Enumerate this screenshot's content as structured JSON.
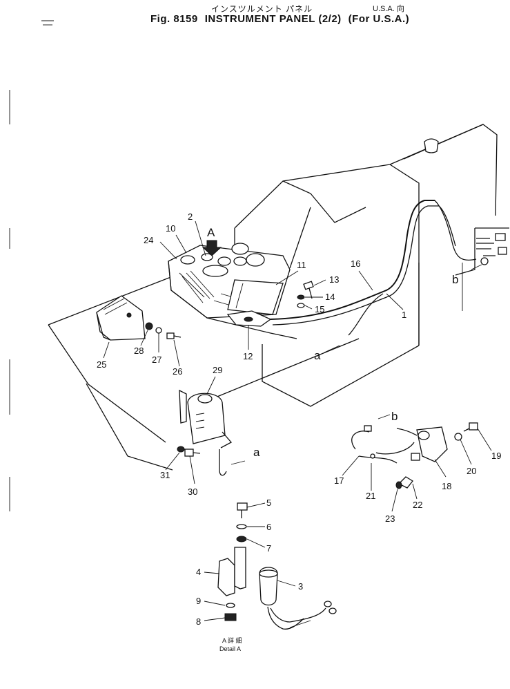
{
  "header": {
    "jp_title": "インスツルメント パネル",
    "jp_region": "U.S.A. 向",
    "fig_number": "Fig. 8159",
    "title": "INSTRUMENT PANEL (2/2)",
    "subtitle": "(For U.S.A.)"
  },
  "parts": {
    "p1": "1",
    "p2": "2",
    "p3": "3",
    "p4": "4",
    "p5": "5",
    "p6": "6",
    "p7": "7",
    "p8": "8",
    "p9": "9",
    "p10": "10",
    "p11": "11",
    "p12": "12",
    "p13": "13",
    "p14": "14",
    "p15": "15",
    "p16": "16",
    "p17": "17",
    "p18": "18",
    "p19": "19",
    "p20": "20",
    "p21": "21",
    "p22": "22",
    "p23": "23",
    "p24": "24",
    "p25": "25",
    "p26": "26",
    "p27": "27",
    "p28": "28",
    "p29": "29",
    "p30": "30",
    "p31": "31"
  },
  "connectors": {
    "a": "a",
    "b": "b",
    "A": "A"
  },
  "detail": {
    "jp": "A 詳 細",
    "en": "Detail A"
  }
}
